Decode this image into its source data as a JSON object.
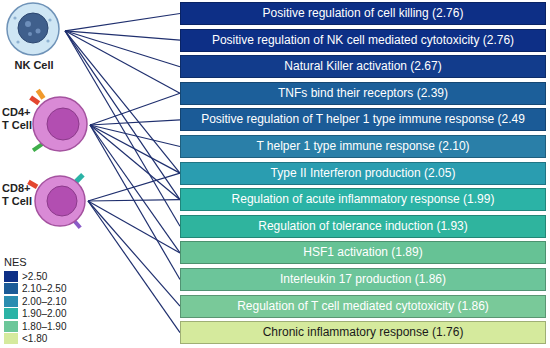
{
  "diagram": {
    "nodes": [
      {
        "text": [
          "NK Cell"
        ]
      },
      {
        "text": [
          "CD4+ T Cell"
        ]
      },
      {
        "text": [
          "CD8+ T Cell"
        ]
      },
      {
        "text": [
          "Positive regulation of cell killing (2.76)"
        ]
      },
      {
        "text": [
          "Positive regulation of NK cell mediated cytotoxicity (2.76)"
        ]
      },
      {
        "text": [
          "Natural Killer activation (2.67)"
        ]
      },
      {
        "text": [
          "TNFs bind their receptors (2.39)"
        ]
      },
      {
        "text": [
          "Positive regulation of T helper 1 type immune response (2.49"
        ]
      },
      {
        "text": [
          "T helper 1 type immune response (2.10)"
        ]
      },
      {
        "text": [
          "Type II Interferon production (2.05)"
        ]
      },
      {
        "text": [
          "Regulation of acute inflammatory response (1.99)"
        ]
      },
      {
        "text": [
          "Regulation of tolerance induction (1.93)"
        ]
      },
      {
        "text": [
          "HSF1 activation (1.89)"
        ]
      },
      {
        "text": [
          "Interleukin 17 production (1.86)"
        ]
      },
      {
        "text": [
          "Regulation of T cell mediated cytotoxicity (1.86)"
        ]
      },
      {
        "text": [
          "Chronic inflammatory response (1.76)"
        ]
      }
    ],
    "edges": [
      {
        "from": 0,
        "to": 3,
        "arrow": "none"
      },
      {
        "from": 0,
        "to": 4,
        "arrow": "none"
      },
      {
        "from": 0,
        "to": 5,
        "arrow": "none"
      },
      {
        "from": 0,
        "to": 6,
        "arrow": "none"
      },
      {
        "from": 0,
        "to": 9,
        "arrow": "none"
      },
      {
        "from": 0,
        "to": 10,
        "arrow": "none"
      },
      {
        "from": 0,
        "to": 11,
        "arrow": "none"
      },
      {
        "from": 1,
        "to": 6,
        "arrow": "none"
      },
      {
        "from": 1,
        "to": 7,
        "arrow": "none"
      },
      {
        "from": 1,
        "to": 8,
        "arrow": "none"
      },
      {
        "from": 1,
        "to": 9,
        "arrow": "none"
      },
      {
        "from": 1,
        "to": 10,
        "arrow": "none"
      },
      {
        "from": 1,
        "to": 12,
        "arrow": "none"
      },
      {
        "from": 1,
        "to": 13,
        "arrow": "none"
      },
      {
        "from": 2,
        "to": 9,
        "arrow": "none"
      },
      {
        "from": 2,
        "to": 10,
        "arrow": "none"
      },
      {
        "from": 2,
        "to": 12,
        "arrow": "none"
      },
      {
        "from": 2,
        "to": 14,
        "arrow": "none"
      },
      {
        "from": 2,
        "to": 15,
        "arrow": "none"
      }
    ],
    "labels": [
      "NES"
    ],
    "legend": [
      {
        "text": ">2.50",
        "color": "#0d2f86"
      },
      {
        "text": "2.10–2.50",
        "color": "#1b5b97"
      },
      {
        "text": "2.00–2.10",
        "color": "#2a8db0"
      },
      {
        "text": "1.90–2.00",
        "color": "#2bb3a6"
      },
      {
        "text": "1.80–1.90",
        "color": "#6cc79a"
      },
      {
        "text": "<1.80",
        "color": "#d5ea9d"
      }
    ]
  }
}
